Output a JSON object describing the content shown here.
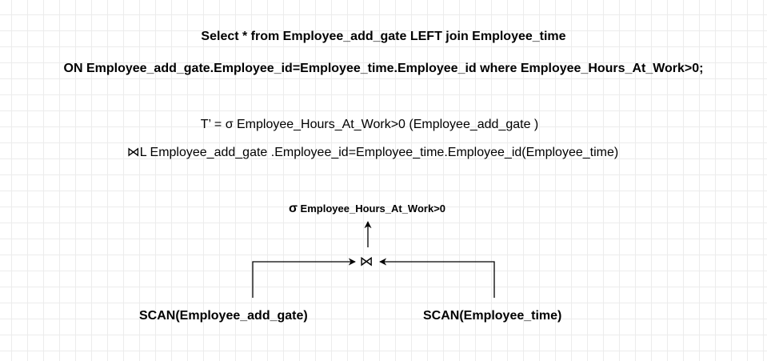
{
  "sql": {
    "line1": "Select * from Employee_add_gate LEFT join Employee_time",
    "line2": "ON Employee_add_gate.Employee_id=Employee_time.Employee_id where Employee_Hours_At_Work>0;"
  },
  "relational_algebra": {
    "line1": "T’ = σ Employee_Hours_At_Work>0 (Employee_add_gate )",
    "line2": "⋈L Employee_add_gate .Employee_id=Employee_time.Employee_id(Employee_time)"
  },
  "tree": {
    "select_symbol": "σ",
    "select_condition": "Employee_Hours_At_Work>0",
    "join_symbol": "⋈",
    "left_leaf": "SCAN(Employee_add_gate)",
    "right_leaf": "SCAN(Employee_time)"
  },
  "colors": {
    "grid": "#ececec",
    "ink": "#000000",
    "background": "#ffffff"
  }
}
